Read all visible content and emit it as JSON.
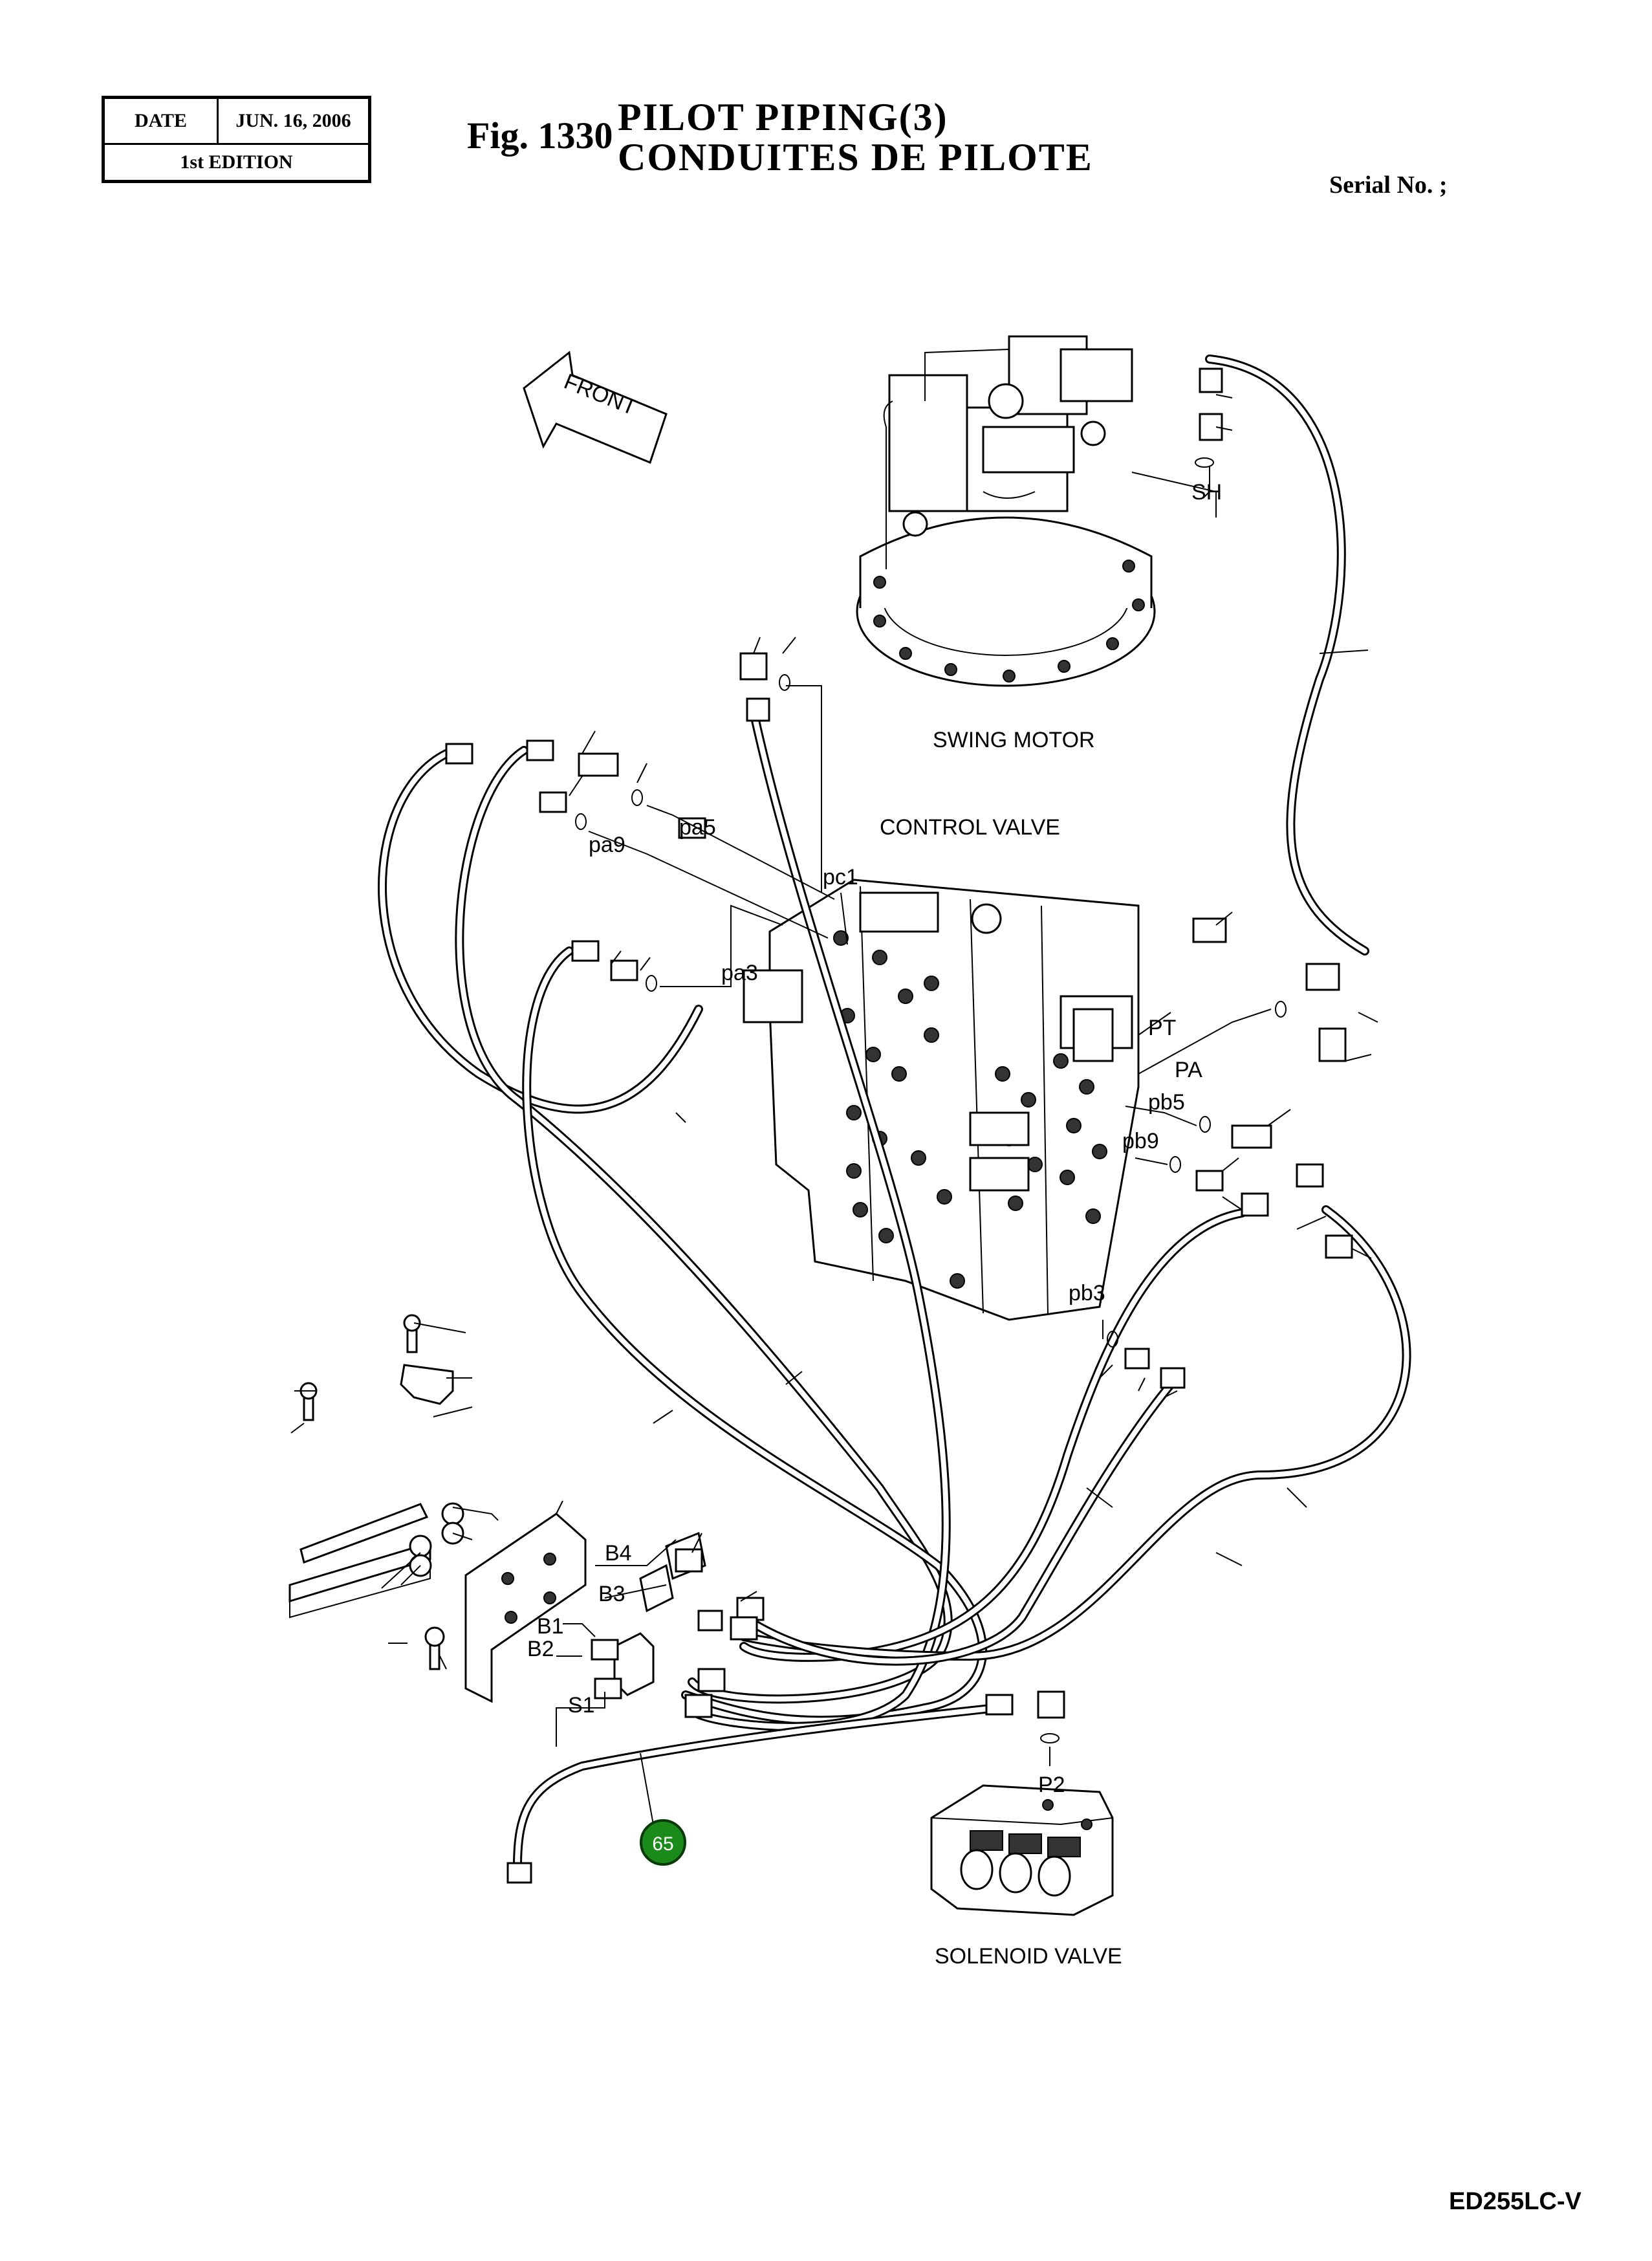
{
  "header": {
    "date_label": "DATE",
    "date_value": "JUN. 16, 2006",
    "edition": "1st EDITION",
    "fig_number": "Fig. 1330",
    "title_en": "PILOT PIPING(3)",
    "title_fr": "CONDUITES DE PILOTE",
    "serial": "Serial No. ;"
  },
  "diagram": {
    "direction_label": "FRONT",
    "components": {
      "swing_motor": "SWING MOTOR",
      "control_valve": "CONTROL VALVE",
      "solenoid_valve": "SOLENOID VALVE"
    },
    "ports": {
      "sh": "SH",
      "pa5": "pa5",
      "pa9": "pa9",
      "pa3": "pa3",
      "pc1": "pc1",
      "pt": "PT",
      "pa": "PA",
      "pb5": "pb5",
      "pb9": "pb9",
      "pb3": "pb3",
      "p2": "P2",
      "b4": "B4",
      "b3": "B3",
      "b1": "B1",
      "b2": "B2",
      "s1": "S1"
    },
    "callout": "65",
    "callout_color": "#1a8a1a"
  },
  "footer": {
    "model": "ED255LC-V"
  }
}
